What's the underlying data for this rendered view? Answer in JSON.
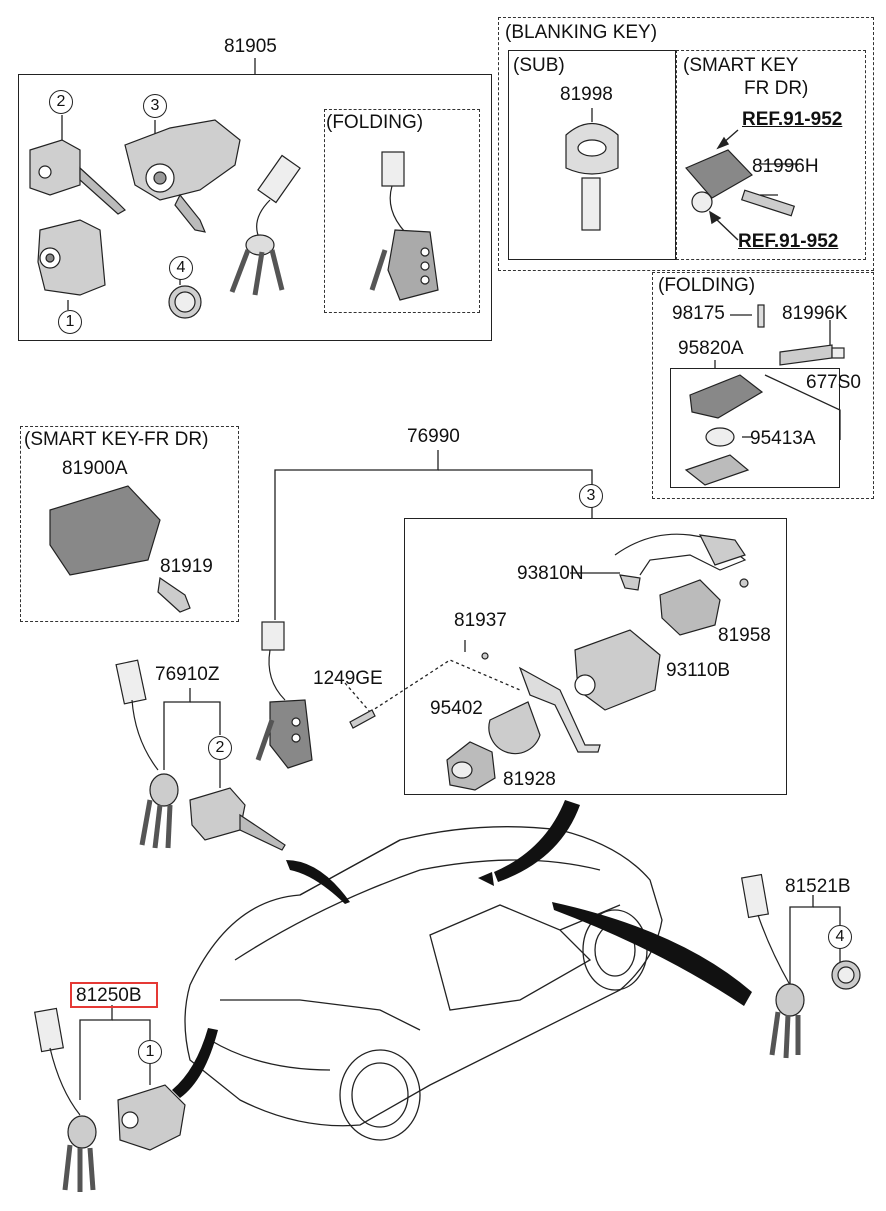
{
  "diagram": {
    "parts": {
      "p81905": "81905",
      "p81998": "81998",
      "p81996H": "81996H",
      "p98175": "98175",
      "p81996K": "81996K",
      "p95820A": "95820A",
      "p677S0": "677S0",
      "p95413A": "95413A",
      "p81900A": "81900A",
      "p81919": "81919",
      "p76990": "76990",
      "p93810N": "93810N",
      "p81937": "81937",
      "p81958": "81958",
      "p93110B": "93110B",
      "p1249GE": "1249GE",
      "p95402": "95402",
      "p81928": "81928",
      "p76910Z": "76910Z",
      "p81521B": "81521B",
      "p81250B": "81250B"
    },
    "groups": {
      "folding_a": "(FOLDING)",
      "blanking_key": "(BLANKING KEY)",
      "sub": "(SUB)",
      "smart_key_1": "(SMART KEY",
      "smart_key_2": "FR DR)",
      "folding_b": "(FOLDING)",
      "smart_key_fr_dr": "(SMART KEY-FR DR)"
    },
    "refs": {
      "ref_1": "REF.91-952",
      "ref_2": "REF.91-952"
    },
    "callouts": {
      "c1": "1",
      "c2": "2",
      "c3": "3",
      "c4": "4",
      "c2b": "2",
      "c3b": "3",
      "c4b": "4",
      "c1b": "1"
    },
    "highlight_color": "#e53935"
  }
}
